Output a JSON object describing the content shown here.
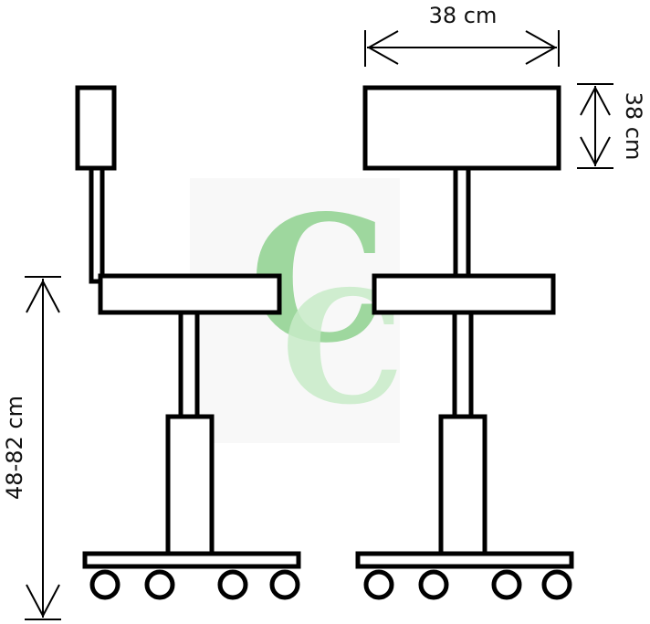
{
  "diagram": {
    "width_label": "38 cm",
    "depth_label": "38 cm",
    "height_label": "48-82 cm",
    "logo_letters": "CC",
    "colors": {
      "outline": "#000000",
      "logo_dark": "#8fd28f",
      "logo_light": "#c8ecc8"
    }
  }
}
